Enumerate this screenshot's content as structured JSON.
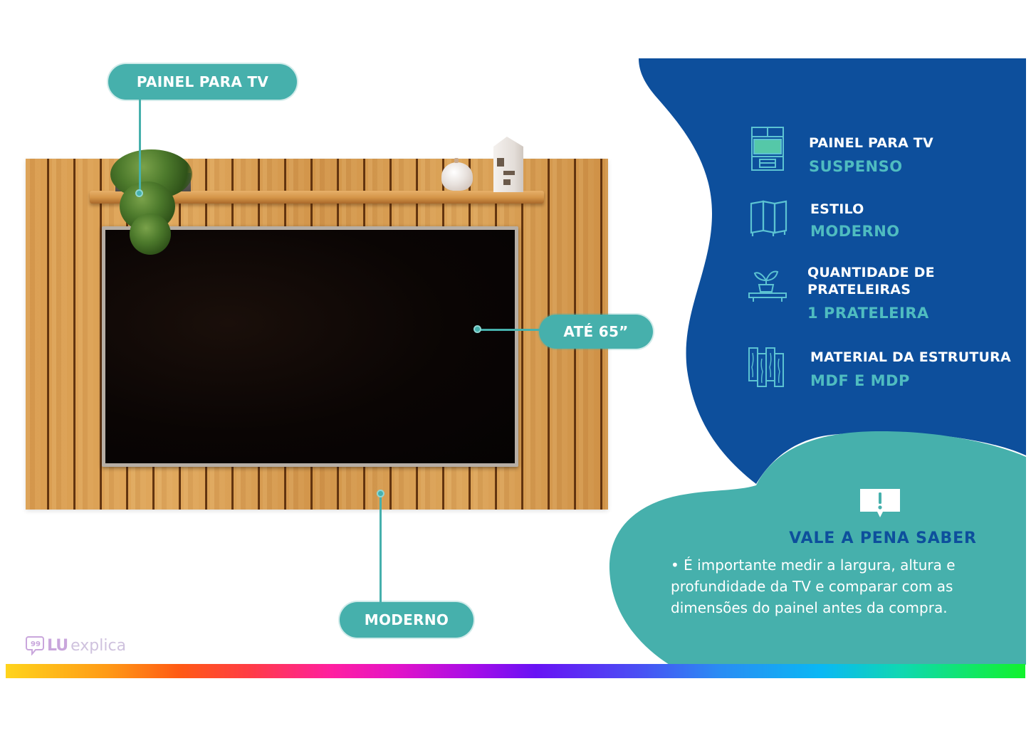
{
  "callouts": {
    "top": "PAINEL PARA TV",
    "side": "ATÉ 65”",
    "bottom": "MODERNO"
  },
  "specs": [
    {
      "icon": "tv-panel-icon",
      "title": "PAINEL PARA TV",
      "value": "SUSPENSO"
    },
    {
      "icon": "folding-screen-icon",
      "title": "ESTILO",
      "value": "MODERNO"
    },
    {
      "icon": "plant-shelf-icon",
      "title_line1": "QUANTIDADE DE",
      "title_line2": "PRATELEIRAS",
      "value": "1 PRATELEIRA"
    },
    {
      "icon": "wood-planks-icon",
      "title": "MATERIAL DA ESTRUTURA",
      "value": "MDF E MDP"
    }
  ],
  "tip": {
    "icon": "alert-speech-bubble-icon",
    "title": "VALE A PENA SABER",
    "line1": "• É importante medir a largura, altura e",
    "line2": "profundidade da TV e comparar com as",
    "line3": "dimensões do painel antes da compra."
  },
  "brand": {
    "icon": "quote-bubble-icon",
    "lu": "LU",
    "explica": "explica"
  },
  "colors": {
    "blue": "#0d4f9c",
    "teal": "#46b0ac",
    "teal_text": "#4fbcc0",
    "wood": "#d99c4f"
  }
}
